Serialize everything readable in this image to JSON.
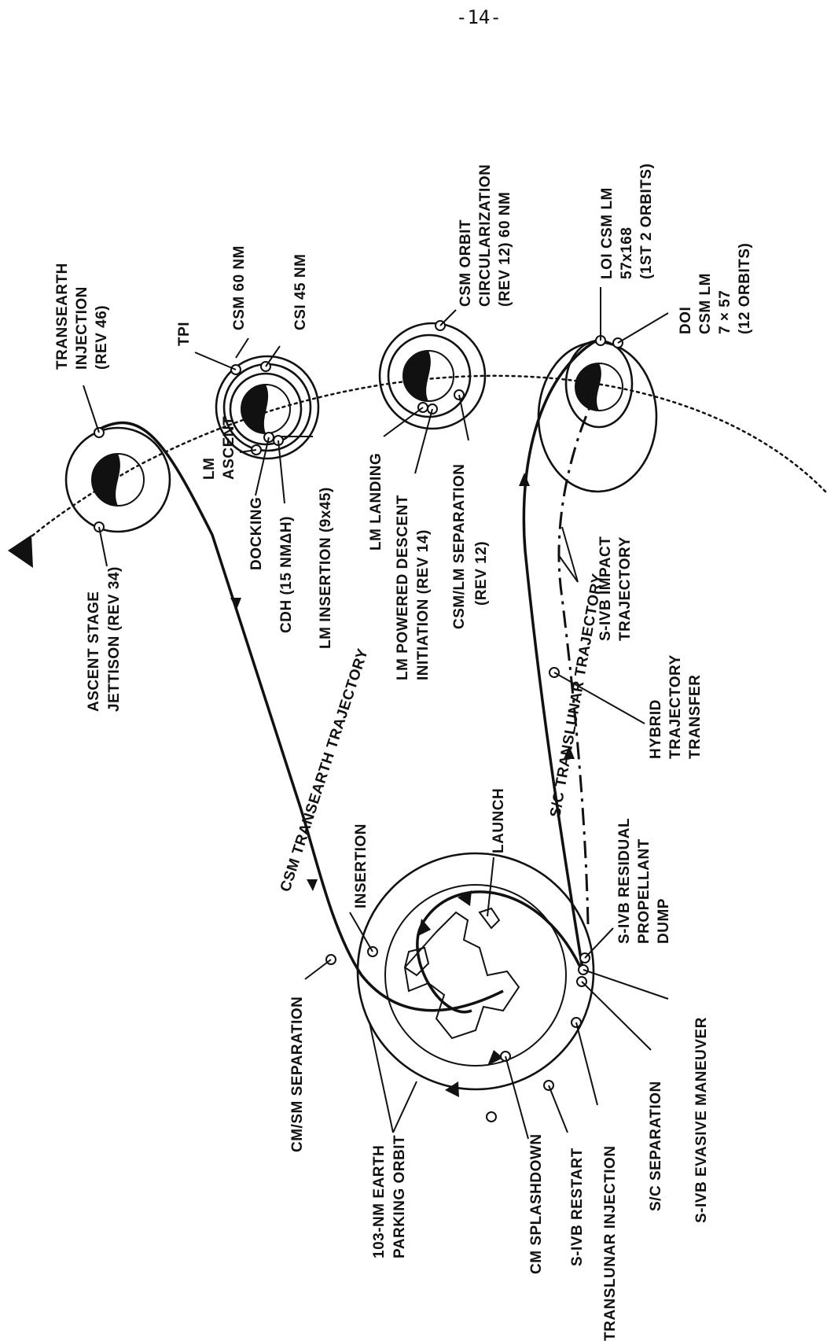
{
  "page_number": "-14-",
  "labels": {
    "transearth_injection": [
      "TRANSEARTH",
      "INJECTION",
      "(REV 46)"
    ],
    "tpi": "TPI",
    "csm_60": "CSM 60 NM",
    "csi_45": "CSI 45 NM",
    "csm_orbit_circ": [
      "CSM ORBIT",
      "CIRCULARIZATION",
      "(REV 12) 60 NM"
    ],
    "loi": [
      "LOI CSM LM",
      "57x168",
      "(1ST 2 ORBITS)"
    ],
    "doi": [
      "DOI",
      "CSM LM",
      "7 × 57",
      "(12 ORBITS)"
    ],
    "ascent_stage_jettison": [
      "ASCENT STAGE",
      "JETTISON (REV 34)"
    ],
    "lm_ascent": [
      "LM",
      "ASCENT"
    ],
    "docking": "DOCKING",
    "cdh": "CDH (15 NMΔH)",
    "lm_insertion": "LM INSERTION (9x45)",
    "lm_landing": "LM LANDING",
    "lm_powered_descent": [
      "LM POWERED DESCENT",
      "INITIATION (REV 14)"
    ],
    "csm_lm_separation": [
      "CSM/LM SEPARATION",
      "(REV 12)"
    ],
    "sc_translunar_trajectory": "S/C TRANSLUNAR TRAJECTORY",
    "sivb_impact_trajectory": [
      "S-IVB IMPACT",
      "TRAJECTORY"
    ],
    "hybrid_trajectory_transfer": [
      "HYBRID",
      "TRAJECTORY",
      "TRANSFER"
    ],
    "csm_transearth_trajectory": "CSM TRANSEARTH TRAJECTORY",
    "insertion": "INSERTION",
    "launch": "LAUNCH",
    "cm_sm_separation": "CM/SM SEPARATION",
    "sivb_residual_dump": [
      "S-IVB RESIDUAL",
      "PROPELLANT",
      "DUMP"
    ],
    "earth_parking_orbit": [
      "103-NM EARTH",
      "PARKING ORBIT"
    ],
    "cm_splashdown": "CM SPLASHDOWN",
    "sivb_restart": "S-IVB RESTART",
    "translunar_injection": "TRANSLUNAR INJECTION",
    "sc_separation": "S/C SEPARATION",
    "sivb_evasive": "S-IVB EVASIVE MANEUVER"
  }
}
